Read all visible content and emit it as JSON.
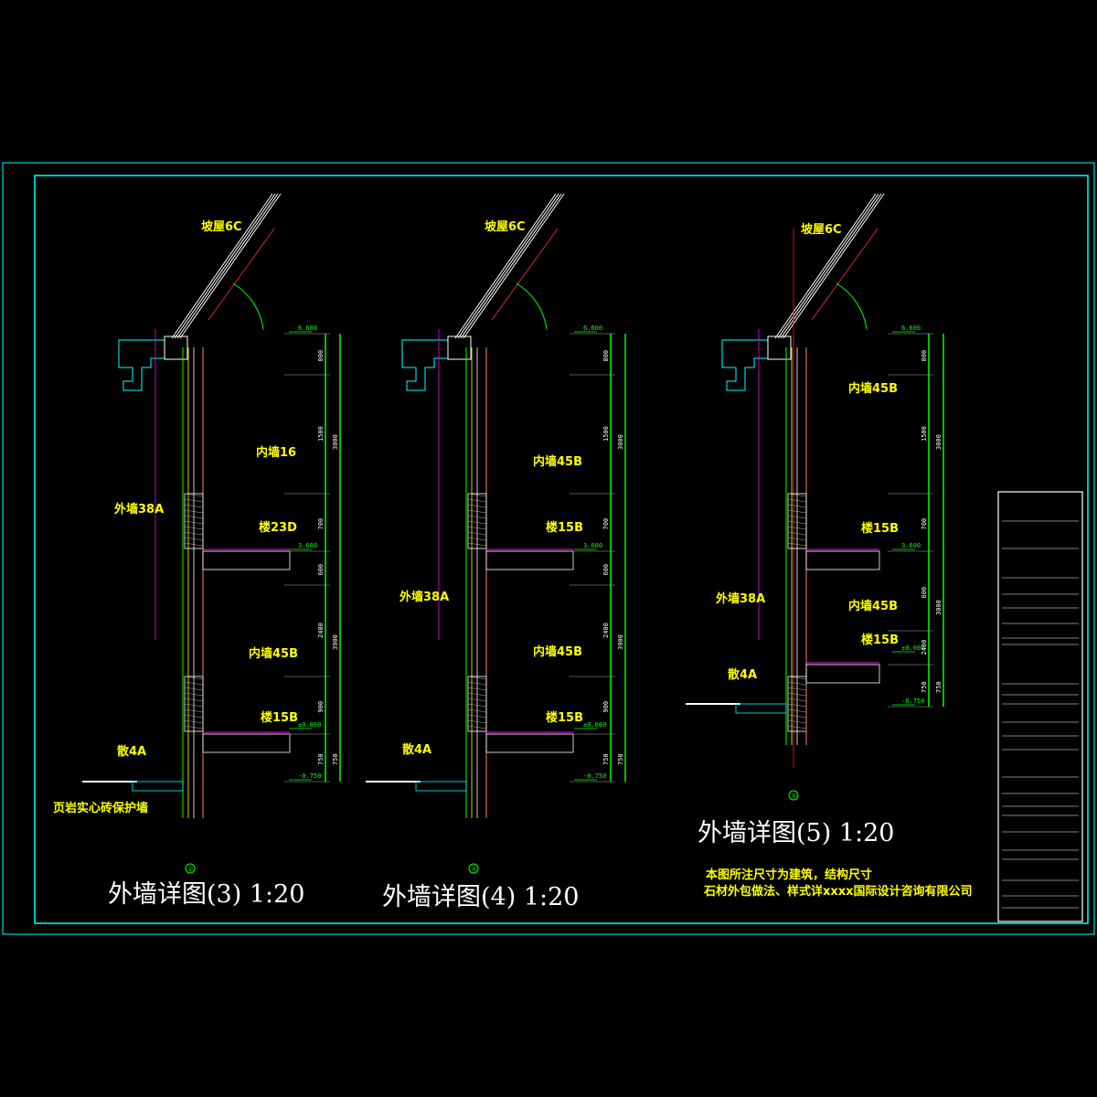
{
  "colors": {
    "background": "#000000",
    "frame": "#00ffff",
    "label": "#ffff00",
    "dimension": "#00ff00",
    "wall_brick": "#ff8060",
    "accent_magenta": "#ff00ff",
    "roof": "#ffffff"
  },
  "details": [
    {
      "title": "外墙详图(3) 1:20",
      "axis": "①",
      "labels": {
        "roof": "坡屋6C",
        "inner_upper": "内墙16",
        "outer_wall": "外墙38A",
        "floor_mid": "楼23D",
        "inner_lower": "内墙45B",
        "floor_low": "楼15B",
        "apron": "散4A",
        "protect": "页岩实心砖保护墙"
      },
      "elevations": [
        "6.600",
        "3.600",
        "±0.000",
        "-0.750"
      ],
      "dims_inner": [
        "800",
        "1500",
        "700",
        "600",
        "2400",
        "900",
        "750"
      ],
      "dims_outer": [
        "3000",
        "3900",
        "750"
      ]
    },
    {
      "title": "外墙详图(4) 1:20",
      "axis": "Ⓗ",
      "labels": {
        "roof": "坡屋6C",
        "inner_upper": "内墙45B",
        "outer_wall": "外墙38A",
        "floor_mid": "楼15B",
        "inner_lower": "内墙45B",
        "floor_low": "楼15B",
        "apron": "散4A"
      },
      "elevations": [
        "6.600",
        "3.600",
        "±0.000",
        "-0.750"
      ],
      "dims_inner": [
        "800",
        "1500",
        "700",
        "600",
        "2400",
        "900",
        "750"
      ],
      "dims_outer": [
        "3000",
        "3900",
        "750"
      ]
    },
    {
      "title": "外墙详图(5) 1:20",
      "axis": "Ⓑ",
      "labels": {
        "roof": "坡屋6C",
        "inner_upper": "内墙45B",
        "outer_wall": "外墙38A",
        "floor_mid": "楼15B",
        "inner_lower": "内墙45B",
        "floor_low": "楼15B",
        "apron": "散4A"
      },
      "elevations": [
        "6.600",
        "3.600",
        "±0.000",
        "-0.750"
      ],
      "dims_inner": [
        "800",
        "1500",
        "700",
        "600",
        "2400",
        "750"
      ],
      "dims_outer": [
        "3000",
        "3000",
        "750"
      ]
    }
  ],
  "notes": [
    "本图所注尺寸为建筑，结构尺寸",
    "石材外包做法、样式详xxxx国际设计咨询有限公司"
  ]
}
